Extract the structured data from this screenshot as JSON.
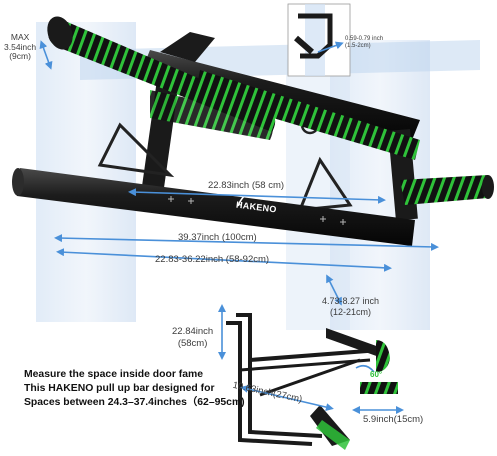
{
  "product": {
    "brand": "HAKENO"
  },
  "dimensions": {
    "max_height": "MAX\n3.54inch\n(9cm)",
    "max_height_lines": [
      "MAX",
      "3.54inch",
      "(9cm)"
    ],
    "door_frame_thickness_lines": [
      "0.59-0.79 inch",
      "(1.5-2cm)"
    ],
    "inner_width": "22.83inch (58 cm)",
    "total_length": "39.37inch (100cm)",
    "door_width_range": "22.83-36.22inch (58-92cm)",
    "frame_depth_lines": [
      "4.73-8.27 inch",
      "(12-21cm)"
    ],
    "bracket_height_lines": [
      "22.84inch",
      "(58cm)"
    ],
    "bracket_length": "10.63inch(27cm)",
    "angle": "60°",
    "bracket_depth": "5.9inch(15cm)"
  },
  "instructions": [
    "Measure the space inside door fame",
    "This HAKENO pull up bar designed for",
    "Spaces between 24.3–37.4inches（62–95cm)"
  ],
  "colors": {
    "accent_green": "#2fc23a",
    "arrow_blue": "#4a90d9",
    "bar_black": "#1a1a1a",
    "door_frame_blue": "#bcd3ee"
  },
  "icons": [
    "arrow-icon"
  ]
}
